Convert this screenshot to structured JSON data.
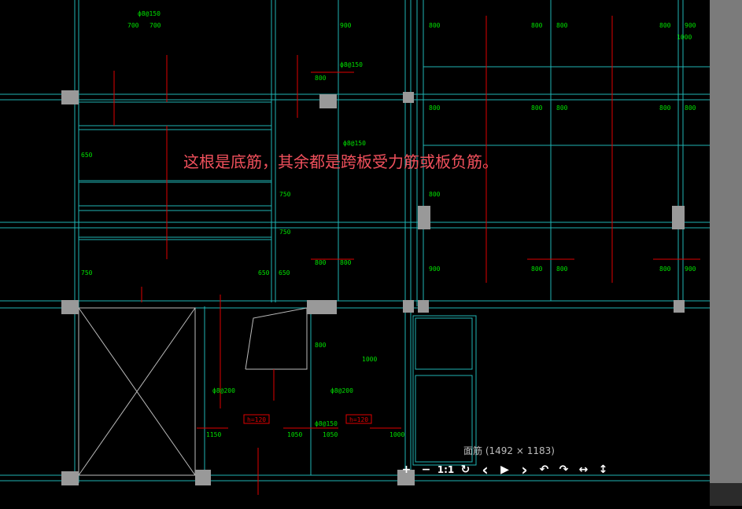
{
  "annotation": "这根是底筋，其余都是跨板受力筋或板负筋。",
  "caption": "面筋 (1492 × 1183)",
  "toolbar": [
    {
      "name": "zoom-in",
      "glyph": "+"
    },
    {
      "name": "zoom-out",
      "glyph": "−"
    },
    {
      "name": "actual-size",
      "glyph": "1:1"
    },
    {
      "name": "reset",
      "glyph": "↻"
    },
    {
      "name": "previous",
      "glyph": "‹"
    },
    {
      "name": "play",
      "glyph": "▶"
    },
    {
      "name": "next",
      "glyph": "›"
    },
    {
      "name": "rotate-left",
      "glyph": "↶"
    },
    {
      "name": "rotate-right",
      "glyph": "↷"
    },
    {
      "name": "flip-horizontal",
      "glyph": "↔"
    },
    {
      "name": "flip-vertical",
      "glyph": "↕"
    }
  ],
  "dims": [
    "900",
    "800",
    "800",
    "800",
    "800",
    "900",
    "700",
    "700",
    "800",
    "800",
    "800",
    "800",
    "800",
    "800",
    "650",
    "750",
    "750",
    "750",
    "650",
    "650",
    "900",
    "900",
    "800",
    "800",
    "800",
    "800",
    "800",
    "800",
    "1000",
    "1050",
    "1050",
    "1150",
    "1000",
    "h=120",
    "h=120",
    "ф8@150",
    "ф8@150",
    "ф8@150",
    "ф8@150",
    "ф8@200",
    "ф8@200",
    "1000",
    "800"
  ],
  "colors": {
    "cyan": "#1fb5b5",
    "green": "#00e000",
    "red": "#e00000",
    "annotation": "#f0505c"
  }
}
